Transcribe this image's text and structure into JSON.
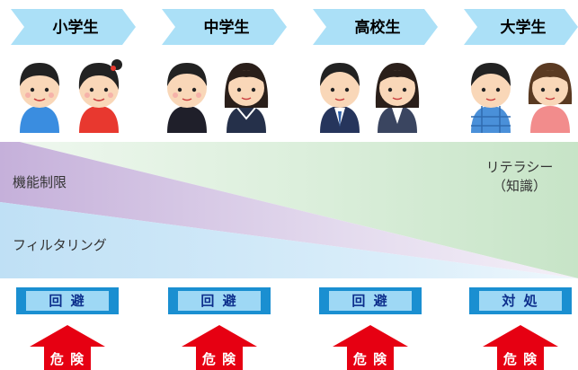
{
  "stages": [
    {
      "label": "小学生"
    },
    {
      "label": "中学生"
    },
    {
      "label": "高校生"
    },
    {
      "label": "大学生"
    }
  ],
  "bands": {
    "restriction_label": "機能制限",
    "filtering_label": "フィルタリング",
    "literacy_label_line1": "リテラシー",
    "literacy_label_line2": "（知識）"
  },
  "actions": [
    {
      "label": "回 避"
    },
    {
      "label": "回 避"
    },
    {
      "label": "回 避"
    },
    {
      "label": "対 処"
    }
  ],
  "dangers": [
    {
      "label": "危 険"
    },
    {
      "label": "危 険"
    },
    {
      "label": "危 険"
    },
    {
      "label": "危 険"
    }
  ],
  "colors": {
    "chevron": "#abe0f7",
    "action_box": "#1a8fd1",
    "action_inner": "#9ed8f5",
    "danger_arrow": "#e60012",
    "restriction_band": "#c9b6dc",
    "filtering_band": "#c6e3f5",
    "literacy_band": "#cfe8cf"
  },
  "icons": [
    "elementary-boy-icon",
    "elementary-girl-icon",
    "junior-high-boy-icon",
    "junior-high-girl-icon",
    "high-school-boy-icon",
    "high-school-girl-icon",
    "university-man-icon",
    "university-woman-icon"
  ]
}
